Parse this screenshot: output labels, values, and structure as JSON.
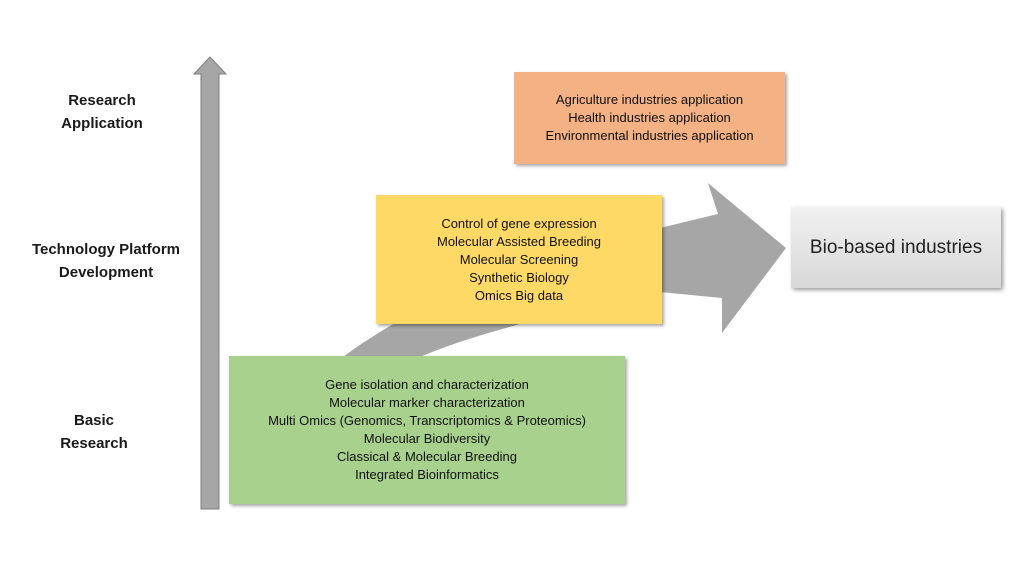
{
  "levels": {
    "research_application": [
      "Research",
      "Application"
    ],
    "technology_platform": [
      "Technology Platform",
      "Development"
    ],
    "basic_research": [
      "Basic",
      "Research"
    ]
  },
  "boxes": {
    "application": {
      "color": "#f4b183",
      "lines": [
        "Agriculture industries application",
        "Health industries application",
        "Environmental industries application"
      ]
    },
    "platform": {
      "color": "#ffd966",
      "lines": [
        "Control of gene expression",
        "Molecular Assisted Breeding",
        "Molecular Screening",
        "Synthetic Biology",
        "Omics Big data"
      ]
    },
    "basic": {
      "color": "#a9d18e",
      "lines": [
        "Gene isolation and characterization",
        "Molecular marker characterization",
        "Multi Omics (Genomics, Transcriptomics & Proteomics)",
        "Molecular Biodiversity",
        "Classical & Molecular Breeding",
        "Integrated Bioinformatics"
      ]
    },
    "bioindustries": {
      "label": "Bio-based industries"
    }
  },
  "colors": {
    "arrow_fill": "#a6a6a6",
    "axis_fill": "#a6a6a6",
    "axis_stroke": "#7f7f7f"
  }
}
